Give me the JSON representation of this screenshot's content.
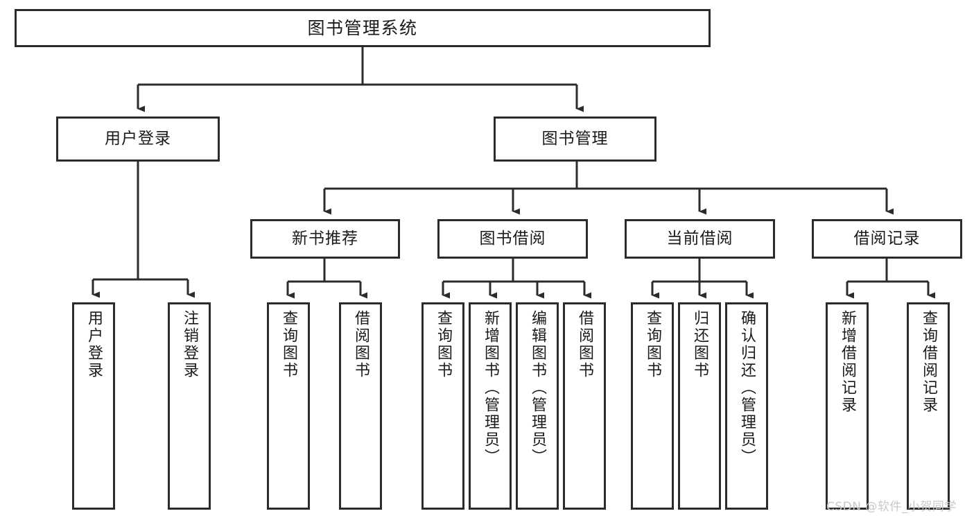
{
  "diagram": {
    "type": "tree",
    "title": "图书管理系统",
    "watermark": "CSDN @软件_小贺同学",
    "colors": {
      "border": "#2b2b2b",
      "background": "#ffffff",
      "text": "#1a1a1a",
      "connector": "#2b2b2b",
      "watermark": "#c9c9c9"
    },
    "levels": {
      "root": {
        "label": "图书管理系统"
      },
      "level2": [
        {
          "id": "user-login",
          "label": "用户登录"
        },
        {
          "id": "book-management",
          "label": "图书管理"
        }
      ],
      "level3": [
        {
          "id": "new-book-recommend",
          "label": "新书推荐",
          "parent": "book-management"
        },
        {
          "id": "book-borrow",
          "label": "图书借阅",
          "parent": "book-management"
        },
        {
          "id": "current-borrow",
          "label": "当前借阅",
          "parent": "book-management"
        },
        {
          "id": "borrow-record",
          "label": "借阅记录",
          "parent": "book-management"
        }
      ],
      "leaves": [
        {
          "id": "leaf-user-login",
          "label": "用户登录",
          "parent": "user-login"
        },
        {
          "id": "leaf-logout-login",
          "label": "注销登录",
          "parent": "user-login"
        },
        {
          "id": "leaf-query-book-1",
          "label": "查询图书",
          "parent": "new-book-recommend"
        },
        {
          "id": "leaf-borrow-book-1",
          "label": "借阅图书",
          "parent": "new-book-recommend"
        },
        {
          "id": "leaf-query-book-2",
          "label": "查询图书",
          "parent": "book-borrow"
        },
        {
          "id": "leaf-add-book",
          "label": "新增图书（管理员）",
          "parent": "book-borrow"
        },
        {
          "id": "leaf-edit-book",
          "label": "编辑图书（管理员）",
          "parent": "book-borrow"
        },
        {
          "id": "leaf-borrow-book-2",
          "label": "借阅图书",
          "parent": "book-borrow"
        },
        {
          "id": "leaf-query-book-3",
          "label": "查询图书",
          "parent": "current-borrow"
        },
        {
          "id": "leaf-return-book",
          "label": "归还图书",
          "parent": "current-borrow"
        },
        {
          "id": "leaf-confirm-return",
          "label": "确认归还（管理员）",
          "parent": "current-borrow"
        },
        {
          "id": "leaf-add-record",
          "label": "新增借阅记录",
          "parent": "borrow-record"
        },
        {
          "id": "leaf-query-record",
          "label": "查询借阅记录",
          "parent": "borrow-record"
        }
      ]
    }
  }
}
